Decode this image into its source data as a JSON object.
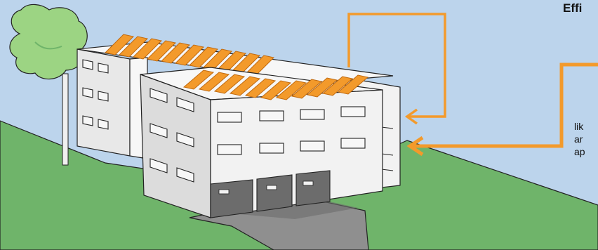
{
  "heading": "Effi",
  "caption_lines": [
    "lik",
    "ar",
    "ap"
  ],
  "colors": {
    "sky": "#bcd4ec",
    "grass": "#6fb46a",
    "driveway": "#8f8f8f",
    "building_wall": "#f2f2f2",
    "building_shade": "#dcdcdc",
    "solar_panel": "#f39a2b",
    "callout_arrow": "#f39a2b",
    "tree_foliage": "#9cd483",
    "tree_trunk": "#f0f0f0",
    "outline": "#222222"
  },
  "icons": [
    "tree-icon",
    "solar-panel-icon",
    "arrow-left-icon"
  ]
}
